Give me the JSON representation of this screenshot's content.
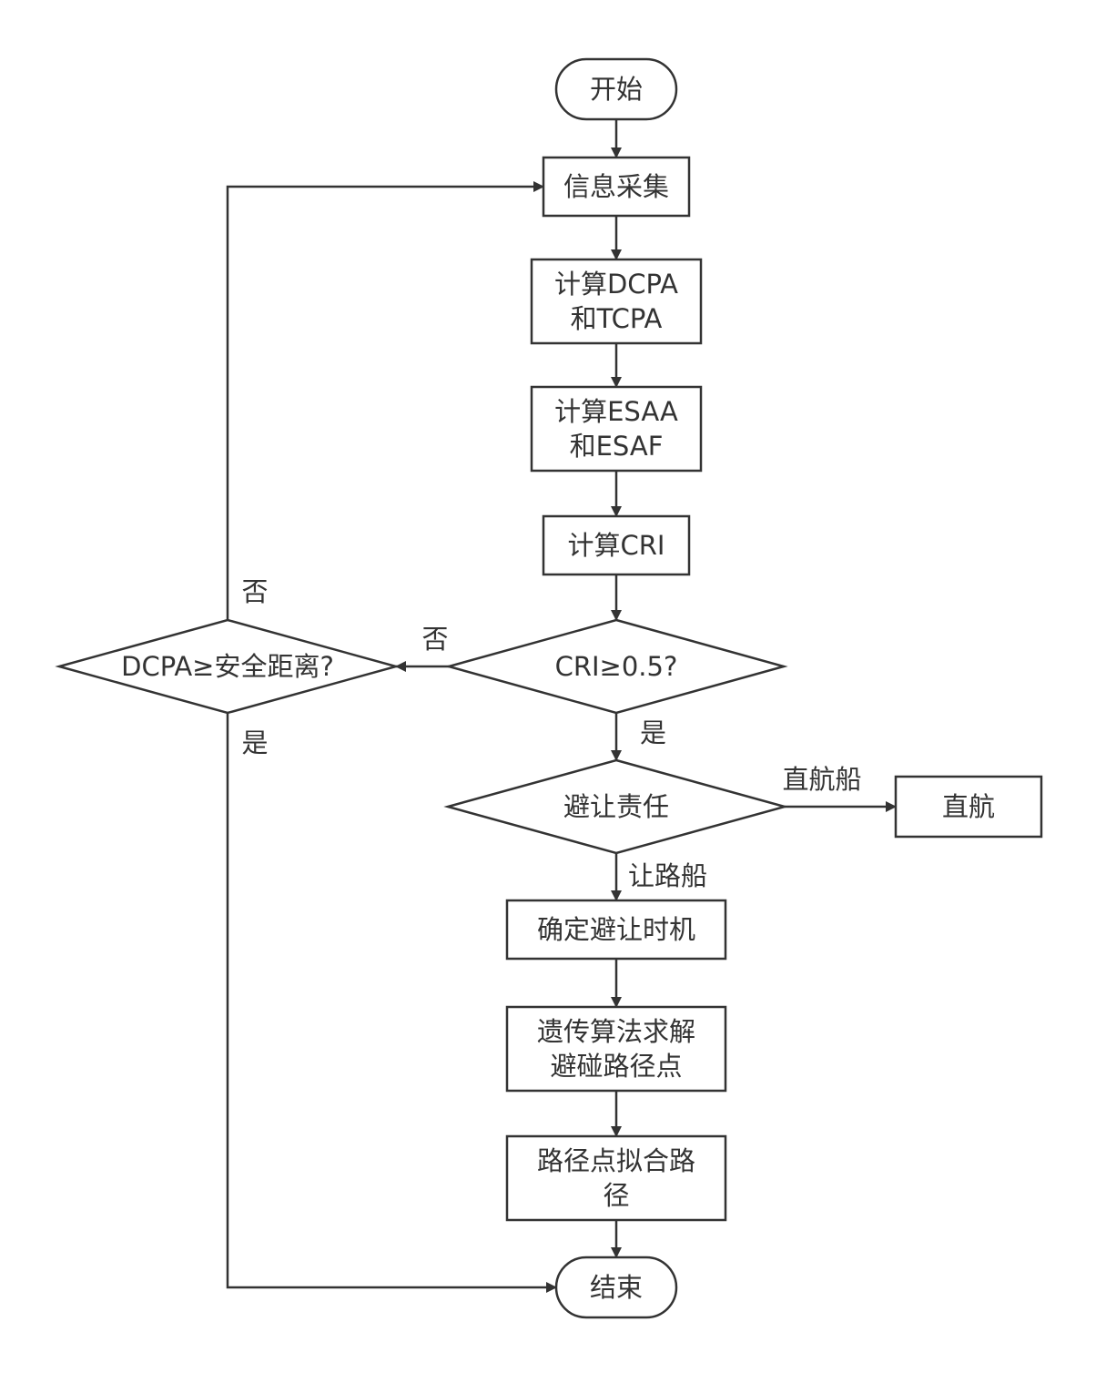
{
  "diagram": {
    "type": "flowchart",
    "nodes": {
      "start": {
        "label": [
          "开始"
        ],
        "shape": "terminal"
      },
      "collect": {
        "label": [
          "信息采集"
        ],
        "shape": "process"
      },
      "calc_dcpa": {
        "label": [
          "计算DCPA",
          "和TCPA"
        ],
        "shape": "process"
      },
      "calc_esaa": {
        "label": [
          "计算ESAA",
          "和ESAF"
        ],
        "shape": "process"
      },
      "calc_cri": {
        "label": [
          "计算CRI"
        ],
        "shape": "process"
      },
      "cri_check": {
        "label": [
          "CRI≥0.5?"
        ],
        "shape": "decision"
      },
      "dcpa_check": {
        "label": [
          "DCPA≥安全距离?"
        ],
        "shape": "decision"
      },
      "responsibility": {
        "label": [
          "避让责任"
        ],
        "shape": "decision"
      },
      "straight": {
        "label": [
          "直航"
        ],
        "shape": "process"
      },
      "timing": {
        "label": [
          "确定避让时机"
        ],
        "shape": "process"
      },
      "ga_solve": {
        "label": [
          "遗传算法求解",
          "避碰路径点"
        ],
        "shape": "process"
      },
      "fit_path": {
        "label": [
          "路径点拟合路",
          "径"
        ],
        "shape": "process"
      },
      "end": {
        "label": [
          "结束"
        ],
        "shape": "terminal"
      }
    },
    "edges": [
      {
        "from": "start",
        "to": "collect",
        "label": ""
      },
      {
        "from": "collect",
        "to": "calc_dcpa",
        "label": ""
      },
      {
        "from": "calc_dcpa",
        "to": "calc_esaa",
        "label": ""
      },
      {
        "from": "calc_esaa",
        "to": "calc_cri",
        "label": ""
      },
      {
        "from": "calc_cri",
        "to": "cri_check",
        "label": ""
      },
      {
        "from": "cri_check",
        "to": "dcpa_check",
        "label": "否"
      },
      {
        "from": "cri_check",
        "to": "responsibility",
        "label": "是"
      },
      {
        "from": "dcpa_check",
        "to": "collect",
        "label": "否"
      },
      {
        "from": "dcpa_check",
        "to": "end",
        "label": "是"
      },
      {
        "from": "responsibility",
        "to": "straight",
        "label": "直航船"
      },
      {
        "from": "responsibility",
        "to": "timing",
        "label": "让路船"
      },
      {
        "from": "timing",
        "to": "ga_solve",
        "label": ""
      },
      {
        "from": "ga_solve",
        "to": "fit_path",
        "label": ""
      },
      {
        "from": "fit_path",
        "to": "end",
        "label": ""
      }
    ],
    "colors": {
      "stroke": "#333333",
      "fill": "#ffffff",
      "text": "#333333"
    }
  }
}
